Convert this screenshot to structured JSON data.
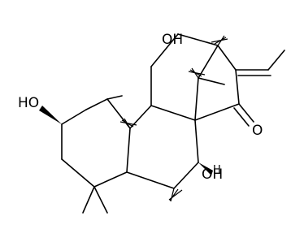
{
  "structure": {
    "labels": {
      "ho_left": "HO",
      "oh_top": "OH",
      "o_ketone": "O",
      "oh_bottom": "OH",
      "h_small": "H"
    },
    "colors": {
      "ink": "#000000",
      "background": "#ffffff"
    }
  }
}
